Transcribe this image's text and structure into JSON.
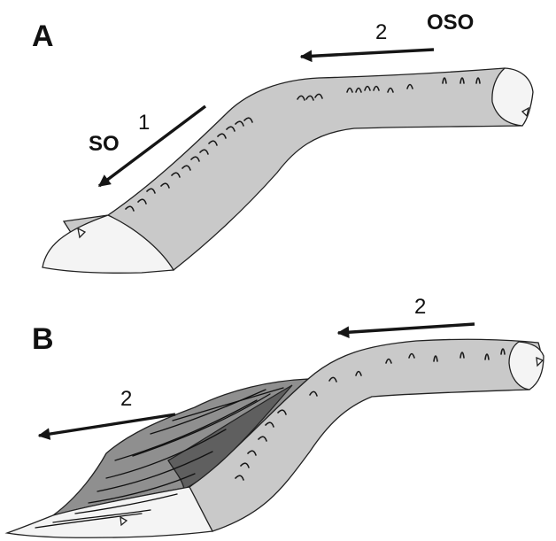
{
  "panels": [
    {
      "label": "A",
      "annotations": [
        {
          "id": "arrow-1",
          "number": "1",
          "direction": "SO"
        },
        {
          "id": "arrow-2",
          "number": "2",
          "direction": "OSO"
        }
      ]
    },
    {
      "label": "B",
      "annotations": [
        {
          "id": "arrow-2-upper",
          "number": "2"
        },
        {
          "id": "arrow-2-lower",
          "number": "2"
        }
      ]
    }
  ],
  "colors": {
    "light_fill": "#c9c9c9",
    "medium_fill": "#8f8f8f",
    "dark_fill": "#5f5f5f",
    "end_fill": "#f4f4f4",
    "stroke": "#222222"
  }
}
